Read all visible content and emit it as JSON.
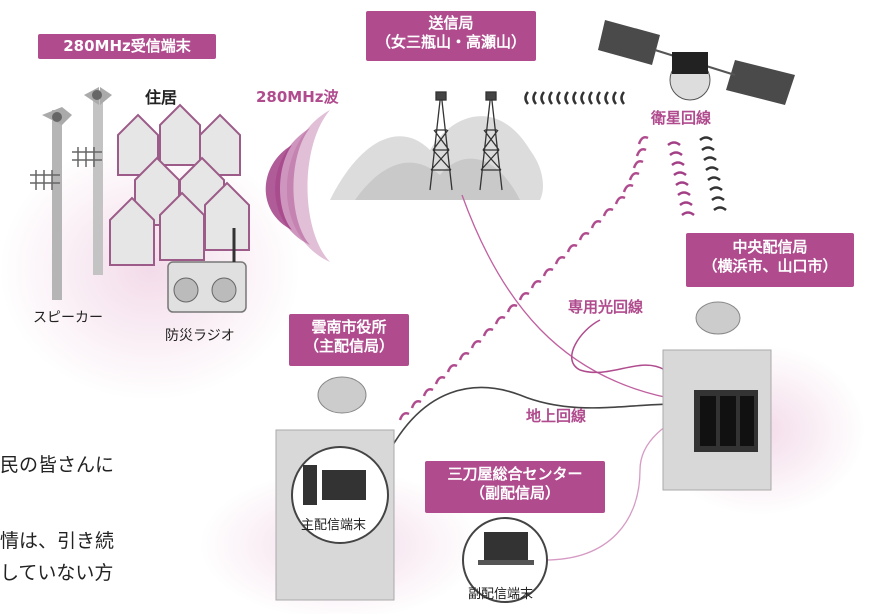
{
  "labels": {
    "receiver_280": "280MHz受信端末",
    "transmitter_line1": "送信局",
    "transmitter_line2": "（女三瓶山・高瀬山）",
    "central_line1": "中央配信局",
    "central_line2": "（横浜市、山口市）",
    "unnan_line1": "雲南市役所",
    "unnan_line2": "（主配信局）",
    "mitoya_line1": "三刀屋総合センター",
    "mitoya_line2": "（副配信局）"
  },
  "texts": {
    "housing": "住居",
    "wave_280": "280MHz波",
    "satellite_line": "衛星回線",
    "dedicated_fiber": "専用光回線",
    "ground_line": "地上回線",
    "speaker": "スピーカー",
    "disaster_radio": "防災ラジオ",
    "main_terminal": "主配信端末",
    "sub_terminal": "副配信端末"
  },
  "body_fragments": {
    "line1": "民の皆さんに",
    "line2": "情は、引き続",
    "line3": "していない方"
  },
  "colors": {
    "label_bg": "#b04c8e",
    "accent": "#b04c8e",
    "wave_light": "#c98bb7",
    "dark": "#333333"
  }
}
